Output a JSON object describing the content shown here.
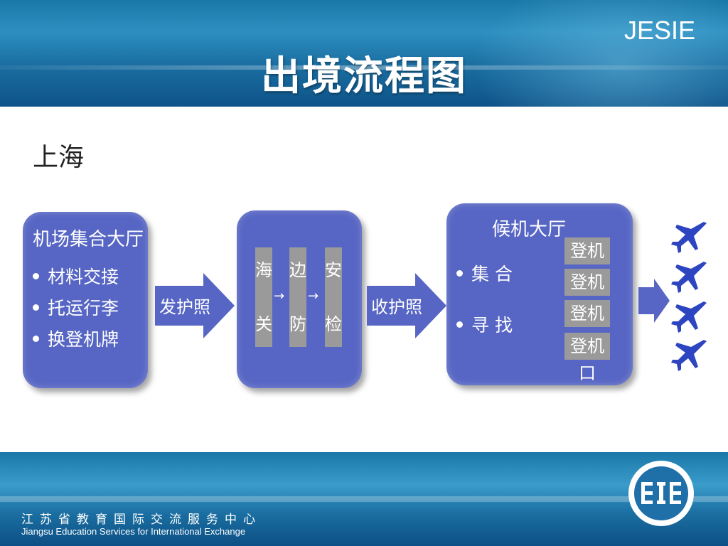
{
  "header": {
    "brand": "JESIE",
    "title": "出境流程图"
  },
  "city": "上海",
  "step1": {
    "title": "机场集合大厅",
    "items": [
      "材料交接",
      "托运行李",
      "换登机牌"
    ]
  },
  "arrow1": "发护照",
  "step2": {
    "columns": [
      {
        "chars": [
          "海",
          "关"
        ]
      },
      {
        "chars": [
          "边",
          "防"
        ]
      },
      {
        "chars": [
          "安",
          "检"
        ]
      }
    ]
  },
  "arrow2": "收护照",
  "step3": {
    "title": "候机大厅",
    "items": [
      "集 合",
      "寻 找"
    ],
    "gates": [
      "登机口",
      "登机口",
      "登机口",
      "登机口"
    ]
  },
  "footer": {
    "org_cn": "江苏省教育国际交流服务中心",
    "org_en": "Jiangsu Education Services for International Exchange"
  },
  "colors": {
    "box": "#5766c4",
    "arrow": "#5766c4",
    "gate": "#9a9a9a",
    "plane": "#2d45c0"
  }
}
